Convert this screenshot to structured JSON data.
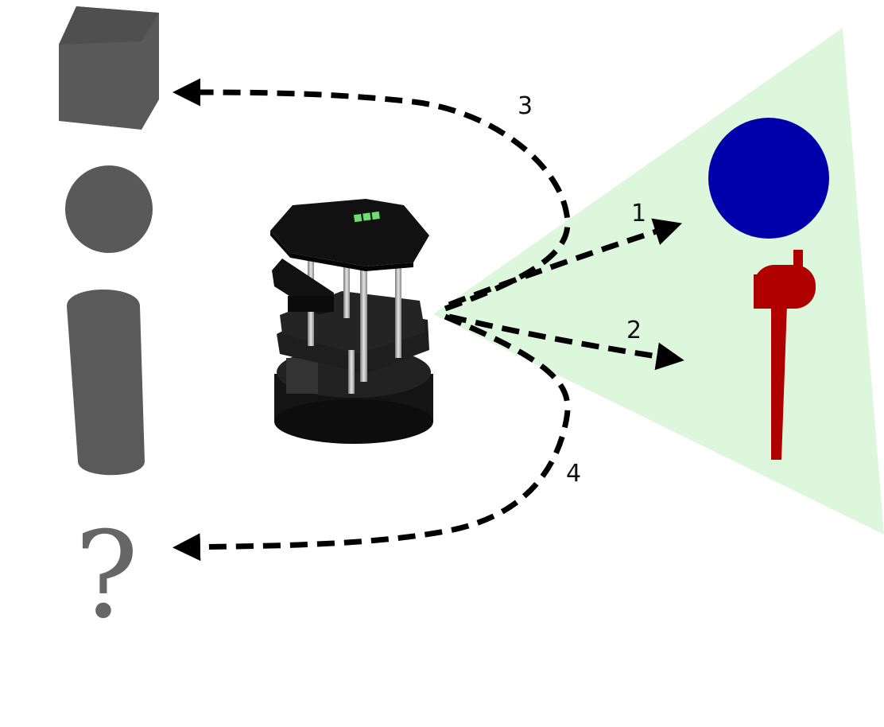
{
  "diagram": {
    "arrow_labels": {
      "arrow1": "1",
      "arrow2": "2",
      "arrow3": "3",
      "arrow4": "4"
    },
    "unknown_symbol": "?",
    "colors": {
      "field_of_view": "#dcf7dc",
      "sphere_blue": "#0000aa",
      "mailbox_red": "#b00000",
      "known_object_gray": "#595959",
      "arrow": "#000000",
      "robot": "#1a1a1a",
      "robot_logo": "#6fdc6f"
    },
    "icons": {
      "known_objects": [
        "cube-shape",
        "sphere-shape",
        "cylinder-shape"
      ],
      "observed_objects": [
        "blue-sphere-shape",
        "red-mailbox-shape"
      ],
      "robot": "turtlebot-robot"
    }
  }
}
